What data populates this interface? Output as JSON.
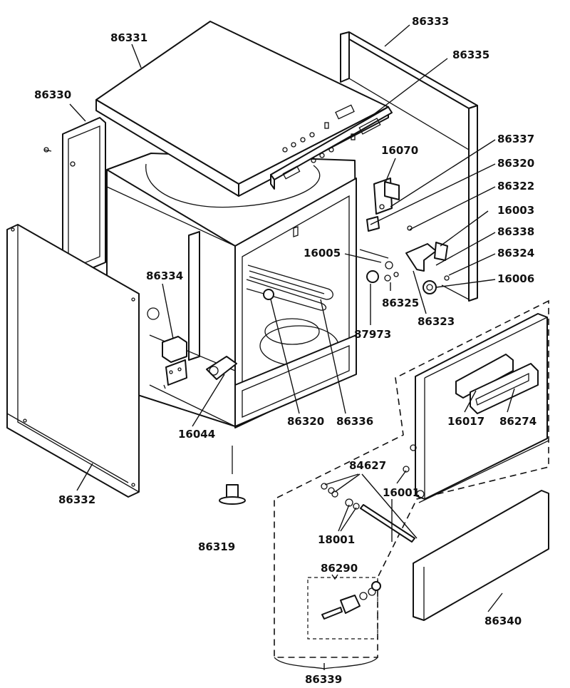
{
  "labels": {
    "l86331": "86331",
    "l86333": "86333",
    "l86335": "86335",
    "l86330": "86330",
    "l16070": "16070",
    "l86337": "86337",
    "l86320a": "86320",
    "l86322": "86322",
    "l16003": "16003",
    "l86338": "86338",
    "l86324": "86324",
    "l16006": "16006",
    "l16005": "16005",
    "l86334": "86334",
    "l86325": "86325",
    "l86323": "86323",
    "l87973": "87973",
    "l86320b": "86320",
    "l86336": "86336",
    "l16044": "16044",
    "l16017": "16017",
    "l86274": "86274",
    "l86332": "86332",
    "l84627": "84627",
    "l16001": "16001",
    "l86319": "86319",
    "l18001": "18001",
    "l86290": "86290",
    "l86340": "86340",
    "l86339": "86339"
  }
}
